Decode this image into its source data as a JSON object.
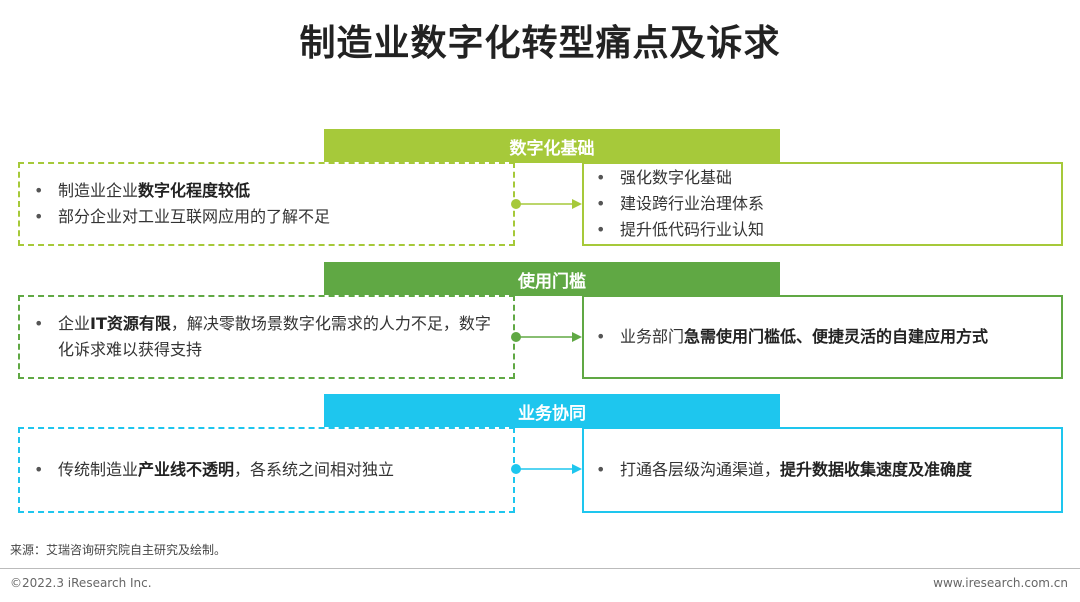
{
  "title": "制造业数字化转型痛点及诉求",
  "colors": {
    "section1": "#a6c93a",
    "section2": "#60a844",
    "section3": "#1ec6ee"
  },
  "sections": [
    {
      "header": "数字化基础",
      "left_items": [
        [
          "制造业企业",
          "数字化程度较低",
          ""
        ],
        [
          "部分企业对工业互联网应用的了解不足",
          "",
          ""
        ]
      ],
      "right_items": [
        [
          "强化数字化基础",
          "",
          ""
        ],
        [
          "建设跨行业治理体系",
          "",
          ""
        ],
        [
          "提升低代码行业认知",
          "",
          ""
        ]
      ]
    },
    {
      "header": "使用门槛",
      "left_items": [
        [
          "企业",
          "IT资源有限",
          "，解决零散场景数字化需求的人力不足，数字化诉求难以获得支持"
        ]
      ],
      "right_items": [
        [
          "业务部门",
          "急需使用门槛低、便捷灵活的自建应用方式",
          ""
        ]
      ]
    },
    {
      "header": "业务协同",
      "left_items": [
        [
          "传统制造业",
          "产业线不透明",
          "，各系统之间相对独立"
        ]
      ],
      "right_items": [
        [
          "打通各层级沟通渠道，",
          "提升数据收集速度及准确度",
          ""
        ]
      ]
    }
  ],
  "source": "来源：艾瑞咨询研究院自主研究及绘制。",
  "copyright": "©2022.3 iResearch Inc.",
  "website": "www.iresearch.com.cn"
}
